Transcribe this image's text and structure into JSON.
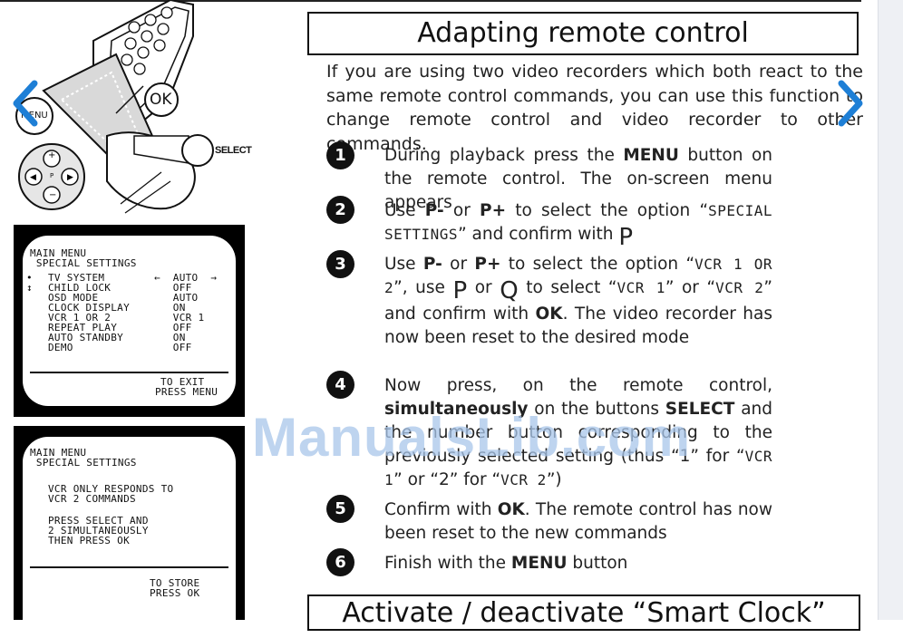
{
  "illustration": {
    "select_label": "SELECT",
    "ok_label": "OK",
    "menu_label": "MENU",
    "p_label": "P"
  },
  "screen1": {
    "line1": "MAIN MENU",
    "line2": " SPECIAL SETTINGS",
    "items": [
      {
        "bullet": "•",
        "label": "TV SYSTEM",
        "value": "←  AUTO  →"
      },
      {
        "bullet": "↕",
        "label": "CHILD LOCK",
        "value": "   OFF"
      },
      {
        "bullet": "",
        "label": "OSD MODE",
        "value": "   AUTO"
      },
      {
        "bullet": "",
        "label": "CLOCK DISPLAY",
        "value": "   ON"
      },
      {
        "bullet": "",
        "label": "VCR 1 OR 2",
        "value": "   VCR 1"
      },
      {
        "bullet": "",
        "label": "REPEAT PLAY",
        "value": "   OFF"
      },
      {
        "bullet": "",
        "label": "AUTO STANDBY",
        "value": "   ON"
      },
      {
        "bullet": "",
        "label": "DEMO",
        "value": "   OFF"
      }
    ],
    "footer1": "TO EXIT",
    "footer2": "PRESS MENU"
  },
  "screen2": {
    "line1": "MAIN MENU",
    "line2": " SPECIAL SETTINGS",
    "body1": "VCR ONLY RESPONDS TO",
    "body2": "VCR 2 COMMANDS",
    "body3": "PRESS SELECT AND",
    "body4": "2 SIMULTANEOUSLY",
    "body5": "THEN PRESS OK",
    "footer1": "TO STORE",
    "footer2": "PRESS OK"
  },
  "title": "Adapting remote control",
  "intro": "If you are using two video recorders which both react to the same remote control commands, you can use this function to change remote control and video recorder to other commands.",
  "steps": {
    "s1": {
      "num": "1",
      "a": "During playback press the ",
      "key": "MENU",
      "b": " button on the remote control. The on-screen menu appears"
    },
    "s2": {
      "num": "2",
      "a": "Use ",
      "p1": "P-",
      "or": " or ",
      "p2": "P+",
      "b": " to select the option “",
      "mono": "SPECIAL SETTINGS",
      "c": "” and confirm with ",
      "g": "P"
    },
    "s3": {
      "num": "3",
      "a": "Use ",
      "p1": "P-",
      "or": " or ",
      "p2": "P+",
      "b": " to select the option “",
      "mono1": "VCR 1 OR 2",
      "c": "”, use ",
      "g1": "P",
      "or2": " or ",
      "g2": "Q",
      "d": " to select “",
      "mono2": "VCR 1",
      "e": "” or “",
      "mono3": "VCR 2",
      "f": "” and confirm with ",
      "key": "OK",
      "g": ". The video recorder has now been reset to the desired mode"
    },
    "s4": {
      "num": "4",
      "a": "Now press, on the remote control, ",
      "bold": "simultaneously",
      "b": " on the buttons ",
      "key": "SELECT",
      "c": " and the number button corresponding to the previously selected setting (thus “1” for “",
      "mono1": "VCR 1",
      "d": "” or “2” for “",
      "mono2": "VCR 2",
      "e": "”)"
    },
    "s5": {
      "num": "5",
      "a": "Confirm with ",
      "key": "OK",
      "b": ". The remote control has now been reset to the new commands"
    },
    "s6": {
      "num": "6",
      "a": "Finish with the ",
      "key": "MENU",
      "b": " button"
    }
  },
  "watermark": "ManualsLib.com",
  "next_title": "Activate / deactivate “Smart Clock”",
  "colors": {
    "nav_arrow": "#1e7fd6",
    "watermark": "#a9c6ea"
  },
  "icons": {
    "prev": "chevron-left-icon",
    "next": "chevron-right-icon"
  }
}
